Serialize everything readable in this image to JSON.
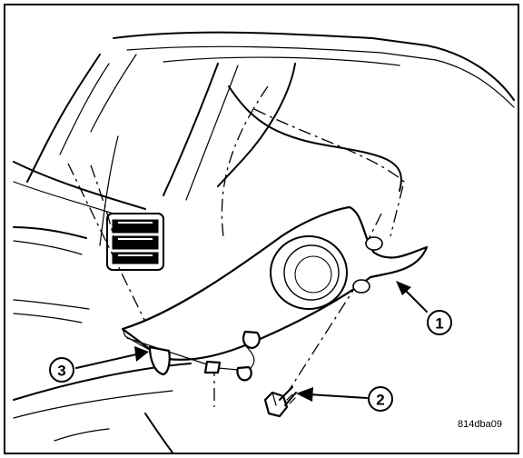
{
  "callouts": [
    {
      "id": "1",
      "label": "1"
    },
    {
      "id": "2",
      "label": "2"
    },
    {
      "id": "3",
      "label": "3"
    }
  ],
  "figure_code": "814dba09",
  "colors": {
    "line": "#000000",
    "background": "#ffffff"
  }
}
